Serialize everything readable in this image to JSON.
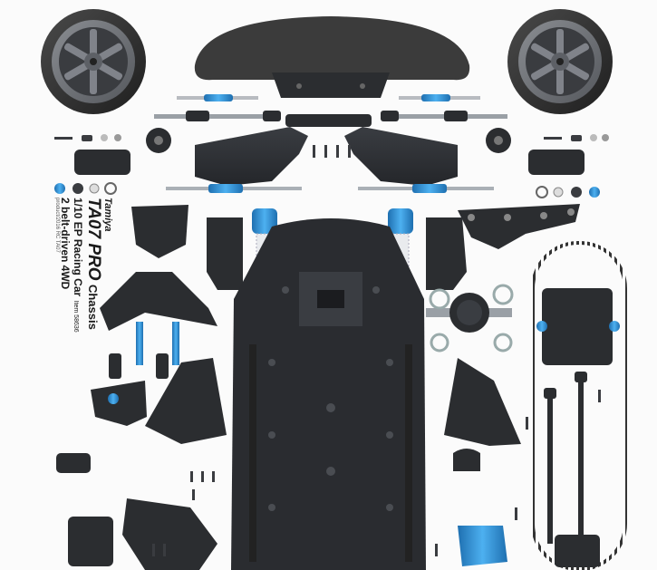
{
  "label": {
    "brand": "Tamiya",
    "model": "TA07 PRO",
    "model_suffix": "Chassis",
    "subtitle": "1/10 EP Racing Car",
    "item_number": "Item 58636",
    "drive": "2 belt-driven 4WD",
    "fineprint": "product/2016 RC TA07"
  },
  "colors": {
    "plastic": "#2b2d30",
    "plastic_light": "#3c3f44",
    "anodized_blue": "#2f8fd6",
    "chrome": "#c9ccd1",
    "tire_foam": "#3a3a3a",
    "wheel_gray": "#6f7278",
    "spring_white": "#e9ebee",
    "belt": "#222222"
  }
}
